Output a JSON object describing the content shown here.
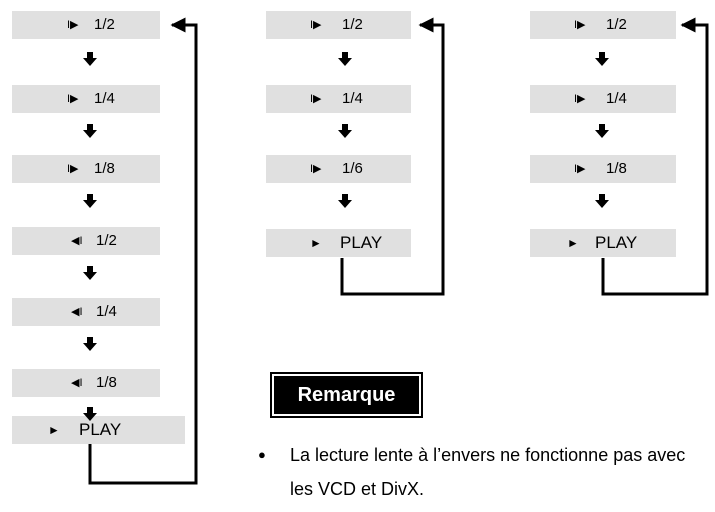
{
  "col1": {
    "steps": [
      {
        "icon": "forward-step-icon",
        "glyph": "I▶",
        "label": "1/2"
      },
      {
        "icon": "forward-step-icon",
        "glyph": "I▶",
        "label": "1/4"
      },
      {
        "icon": "forward-step-icon",
        "glyph": "I▶",
        "label": "1/8"
      },
      {
        "icon": "reverse-step-icon",
        "glyph": "◀I",
        "label": "1/2"
      },
      {
        "icon": "reverse-step-icon",
        "glyph": "◀I",
        "label": "1/4"
      },
      {
        "icon": "reverse-step-icon",
        "glyph": "◀I",
        "label": "1/8"
      },
      {
        "icon": "play-icon",
        "glyph": "►",
        "label": "PLAY"
      }
    ]
  },
  "col2": {
    "steps": [
      {
        "icon": "forward-step-icon",
        "glyph": "I▶",
        "label": "1/2"
      },
      {
        "icon": "forward-step-icon",
        "glyph": "I▶",
        "label": "1/4"
      },
      {
        "icon": "forward-step-icon",
        "glyph": "I▶",
        "label": "1/6"
      },
      {
        "icon": "play-icon",
        "glyph": "►",
        "label": "PLAY"
      }
    ]
  },
  "col3": {
    "steps": [
      {
        "icon": "forward-step-icon",
        "glyph": "I▶",
        "label": "1/2"
      },
      {
        "icon": "forward-step-icon",
        "glyph": "I▶",
        "label": "1/4"
      },
      {
        "icon": "forward-step-icon",
        "glyph": "I▶",
        "label": "1/8"
      },
      {
        "icon": "play-icon",
        "glyph": "►",
        "label": "PLAY"
      }
    ]
  },
  "remark": {
    "title": "Remarque",
    "bullet": "●",
    "text": "La lecture lente à l’envers ne fonctionne pas avec les VCD et DivX."
  },
  "colors": {
    "box_bg": "#e0e0e0",
    "line": "#000000",
    "badge_bg": "#000000",
    "badge_text": "#ffffff"
  }
}
